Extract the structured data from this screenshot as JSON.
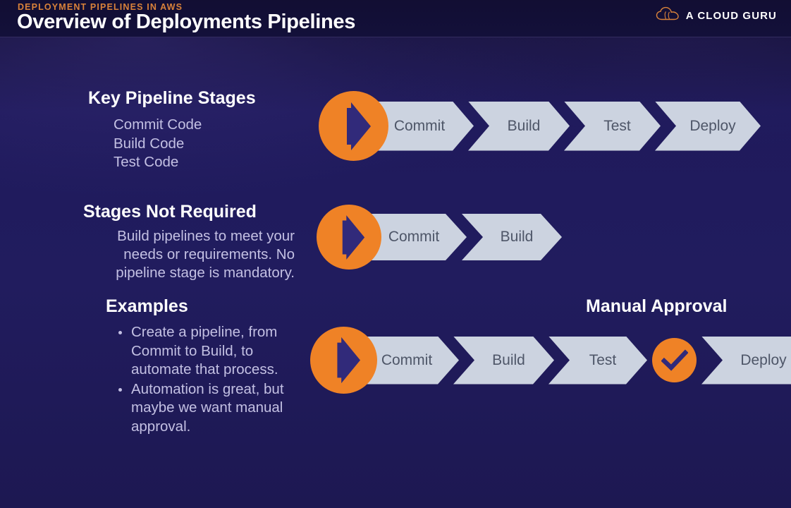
{
  "header": {
    "eyebrow": "DEPLOYMENT PIPELINES IN AWS",
    "title": "Overview of Deployments Pipelines",
    "brand": "A CLOUD GURU",
    "brand_icon": "cloud-icon"
  },
  "colors": {
    "background": "#1d1956",
    "header_bg": "#13103a",
    "accent_orange": "#ef8226",
    "eyebrow_orange": "#d9823a",
    "chevron_fill": "#ccd3e0",
    "chevron_text": "#4e5668",
    "body_text": "#c3c0e3",
    "heading_text": "#ffffff",
    "icon_purple": "#312a7a"
  },
  "sections": [
    {
      "id": "key-pipeline-stages",
      "heading": "Key Pipeline Stages",
      "list": [
        "Commit Code",
        "Build Code",
        "Test Code"
      ]
    },
    {
      "id": "stages-not-required",
      "heading": "Stages Not Required",
      "paragraph": "Build pipelines to meet your needs or requirements. No pipeline stage is mandatory."
    },
    {
      "id": "examples",
      "heading": "Examples",
      "bullets": [
        "Create a pipeline, from Commit to Build, to automate that process.",
        "Automation is great, but maybe we want manual approval."
      ]
    }
  ],
  "manual_approval_heading": "Manual Approval",
  "pipelines": [
    {
      "id": "pipeline-full",
      "start_icon": "play-arrow-icon",
      "stages": [
        "Commit",
        "Build",
        "Test",
        "Deploy"
      ]
    },
    {
      "id": "pipeline-short",
      "start_icon": "play-arrow-icon",
      "stages": [
        "Commit",
        "Build"
      ]
    },
    {
      "id": "pipeline-approval",
      "start_icon": "play-arrow-icon",
      "approval_icon": "check-icon",
      "stages_before_approval": [
        "Commit",
        "Build",
        "Test"
      ],
      "stages_after_approval": [
        "Deploy"
      ]
    }
  ]
}
